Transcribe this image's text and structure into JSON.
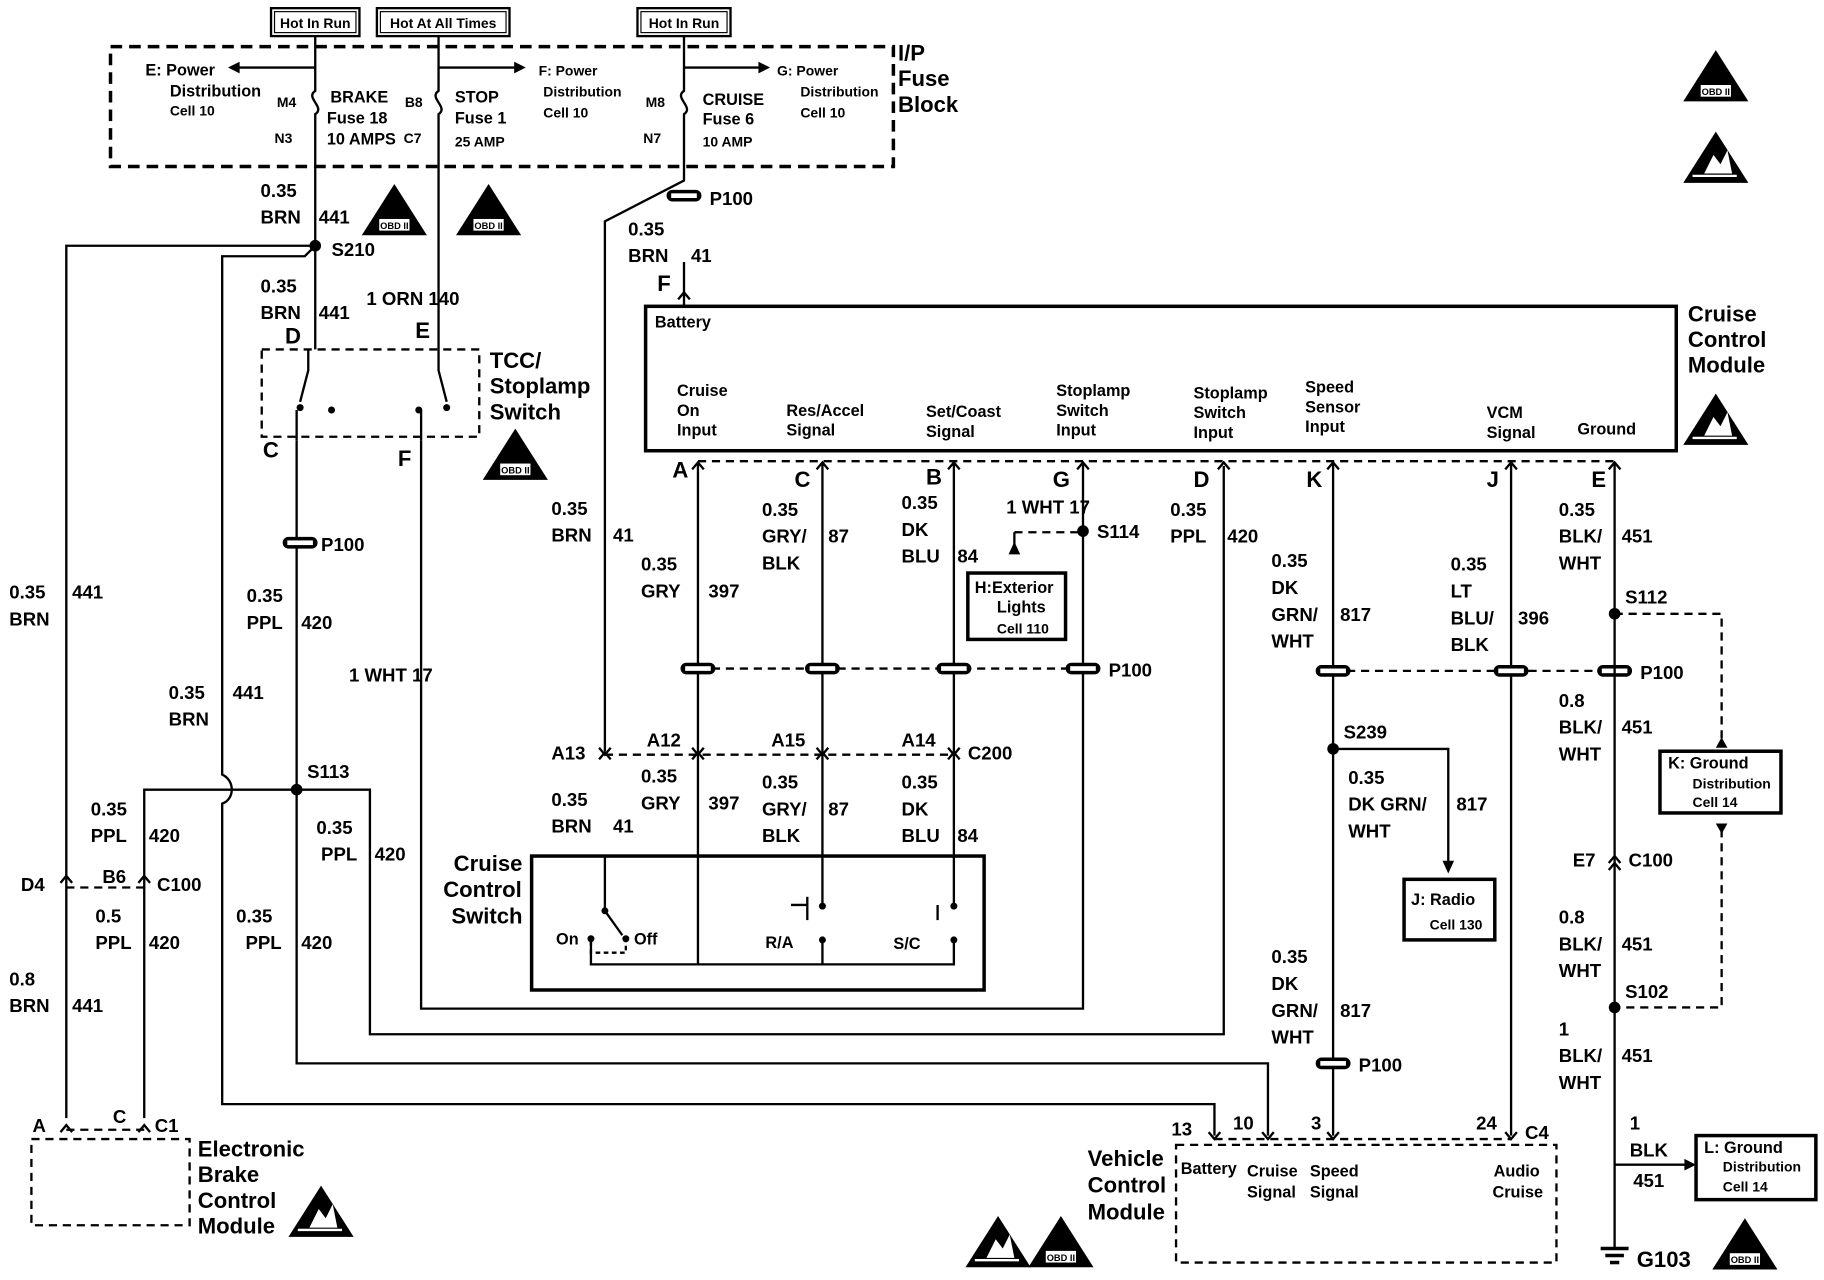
{
  "tags": {
    "hot_run_1": "Hot In Run",
    "hot_all": "Hot At All Times",
    "hot_run_2": "Hot In Run"
  },
  "fuse_block": {
    "title": "I/P Fuse Block",
    "e_ref": "E: Power Distribution Cell 10",
    "f_ref": "F: Power Distribution Cell 10",
    "g_ref": "G: Power Distribution Cell 10",
    "brake": {
      "name": "BRAKE",
      "fuse": "Fuse 18",
      "rating": "10 AMPS",
      "in_pin": "M4",
      "out_pin": "N3"
    },
    "stop": {
      "name": "STOP",
      "fuse": "Fuse 1",
      "rating": "25 AMP",
      "in_pin": "B8",
      "out_pin": "C7"
    },
    "cruise": {
      "name": "CRUISE",
      "fuse": "Fuse 6",
      "rating": "10 AMP",
      "in_pin": "M8",
      "out_pin": "N7"
    }
  },
  "ccm": {
    "title": "Cruise Control Module",
    "battery": "Battery",
    "pins": [
      {
        "label": "Cruise On Input",
        "letter": "A"
      },
      {
        "label": "Res/Accel Signal",
        "letter": "C"
      },
      {
        "label": "Set/Coast Signal",
        "letter": "B"
      },
      {
        "label": "Stoplamp Switch Input",
        "letter": "G"
      },
      {
        "label": "Stoplamp Switch Input",
        "letter": "D"
      },
      {
        "label": "Speed Sensor Input",
        "letter": "K"
      },
      {
        "label": "VCM Signal",
        "letter": "J"
      },
      {
        "label": "Ground",
        "letter": "E"
      }
    ],
    "battery_pin": "F"
  },
  "tcc": {
    "title": "TCC/ Stoplamp Switch",
    "pin_d": "D",
    "pin_e": "E",
    "pin_c": "C",
    "pin_f": "F"
  },
  "ccs": {
    "title": "Cruise Control Switch",
    "on": "On",
    "off": "Off",
    "ra": "R/A",
    "sc": "S/C"
  },
  "vcm": {
    "title": "Vehicle Control Module",
    "battery": "Battery",
    "cruise_signal": "Cruise Signal",
    "speed_signal": "Speed Signal",
    "audio_cruise": "Audio Cruise",
    "pin_13": "13",
    "pin_10": "10",
    "pin_3": "3",
    "pin_24": "24",
    "conn": "C4"
  },
  "ebcm": {
    "title": "Electronic Brake Control Module",
    "pin_a": "A",
    "pin_c": "C",
    "conn": "C1"
  },
  "refs": {
    "h": "H:Exterior Lights Cell 110",
    "j": "J: Radio Cell 130",
    "k": "K: Ground Distribution Cell 14",
    "l": "L: Ground Distribution Cell 14"
  },
  "splices": {
    "s210": "S210",
    "s113": "S113",
    "s114": "S114",
    "s239": "S239",
    "s112": "S112",
    "s102": "S102",
    "g103": "G103"
  },
  "connectors": {
    "p100": "P100",
    "c200": "C200",
    "c100": "C100",
    "d4": "D4",
    "b6": "B6",
    "e7": "E7",
    "a13": "A13",
    "a12": "A12",
    "a15": "A15",
    "a14": "A14"
  },
  "wires": {
    "w441_top": [
      "0.35",
      "BRN",
      "441"
    ],
    "w441_tcc": [
      "0.35",
      "BRN",
      "441"
    ],
    "w140": "1 ORN 140",
    "w41_top": [
      "0.35",
      "BRN",
      "41"
    ],
    "w420_tcc": [
      "0.35",
      "PPL",
      "420"
    ],
    "w17_left": "1 WHT 17",
    "w441_left": [
      "0.35",
      "BRN",
      "441"
    ],
    "w441_mid": [
      "0.35",
      "BRN",
      "441"
    ],
    "w420_ebcm1": [
      "0.35",
      "PPL",
      "420"
    ],
    "w420_ebcm2": [
      "0.5",
      "PPL",
      "420"
    ],
    "w441_ebcm": [
      "0.8",
      "BRN",
      "441"
    ],
    "w420_s113a": [
      "0.35",
      "PPL",
      "420"
    ],
    "w420_s113b": [
      "0.35",
      "PPL",
      "420"
    ],
    "w41_mid": [
      "0.35",
      "BRN",
      "41"
    ],
    "w397_a": [
      "0.35",
      "GRY",
      "397"
    ],
    "w87_a": [
      "0.35",
      "GRY/",
      "BLK",
      "87"
    ],
    "w84_a": [
      "0.35",
      "DK",
      "BLU",
      "84"
    ],
    "w17_g": "1 WHT 17",
    "w420_d": [
      "0.35",
      "PPL",
      "420"
    ],
    "w817_k": [
      "0.35",
      "DK",
      "GRN/",
      "WHT",
      "817"
    ],
    "w396_j": [
      "0.35",
      "LT",
      "BLU/",
      "BLK",
      "396"
    ],
    "w451_e": [
      "0.35",
      "BLK/",
      "WHT",
      "451"
    ],
    "w41_low": [
      "0.35",
      "BRN",
      "41"
    ],
    "w397_low": [
      "0.35",
      "GRY",
      "397"
    ],
    "w87_low": [
      "0.35",
      "GRY/",
      "BLK",
      "87"
    ],
    "w84_low": [
      "0.35",
      "DK",
      "BLU",
      "84"
    ],
    "w817_s239": [
      "0.35",
      "DK GRN/",
      "WHT",
      "817"
    ],
    "w817_low": [
      "0.35",
      "DK",
      "GRN/",
      "WHT",
      "817"
    ],
    "w451_p100": [
      "0.8",
      "BLK/",
      "WHT",
      "451"
    ],
    "w451_c100": [
      "0.8",
      "BLK/",
      "WHT",
      "451"
    ],
    "w451_s102": [
      "1",
      "BLK/",
      "WHT",
      "451"
    ],
    "w451_g103": [
      "1",
      "BLK",
      "451"
    ]
  },
  "icon_text": "OBD II"
}
